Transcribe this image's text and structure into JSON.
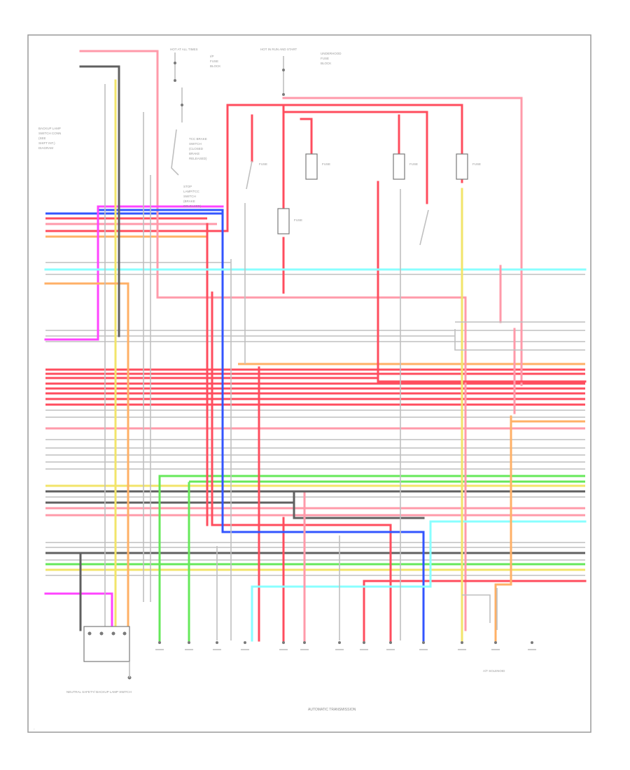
{
  "diagram": {
    "colors": {
      "red": "#ff4d5e",
      "pink": "#ff9aaa",
      "blue": "#3355ff",
      "magenta": "#ff44ff",
      "cyan": "#88ffff",
      "yellow": "#f2e46a",
      "green": "#66e85a",
      "orange": "#ffb066",
      "black": "#606060",
      "gray": "#bfbfbf"
    },
    "bottom_title": "AUTOMATIC TRANSMISSION",
    "left_bottom_caption": "NEUTRAL SAFETY/ BACKUP LAMP SWITCH",
    "corner_tag": "-",
    "connector_caption": "A/T SOLENOID"
  }
}
